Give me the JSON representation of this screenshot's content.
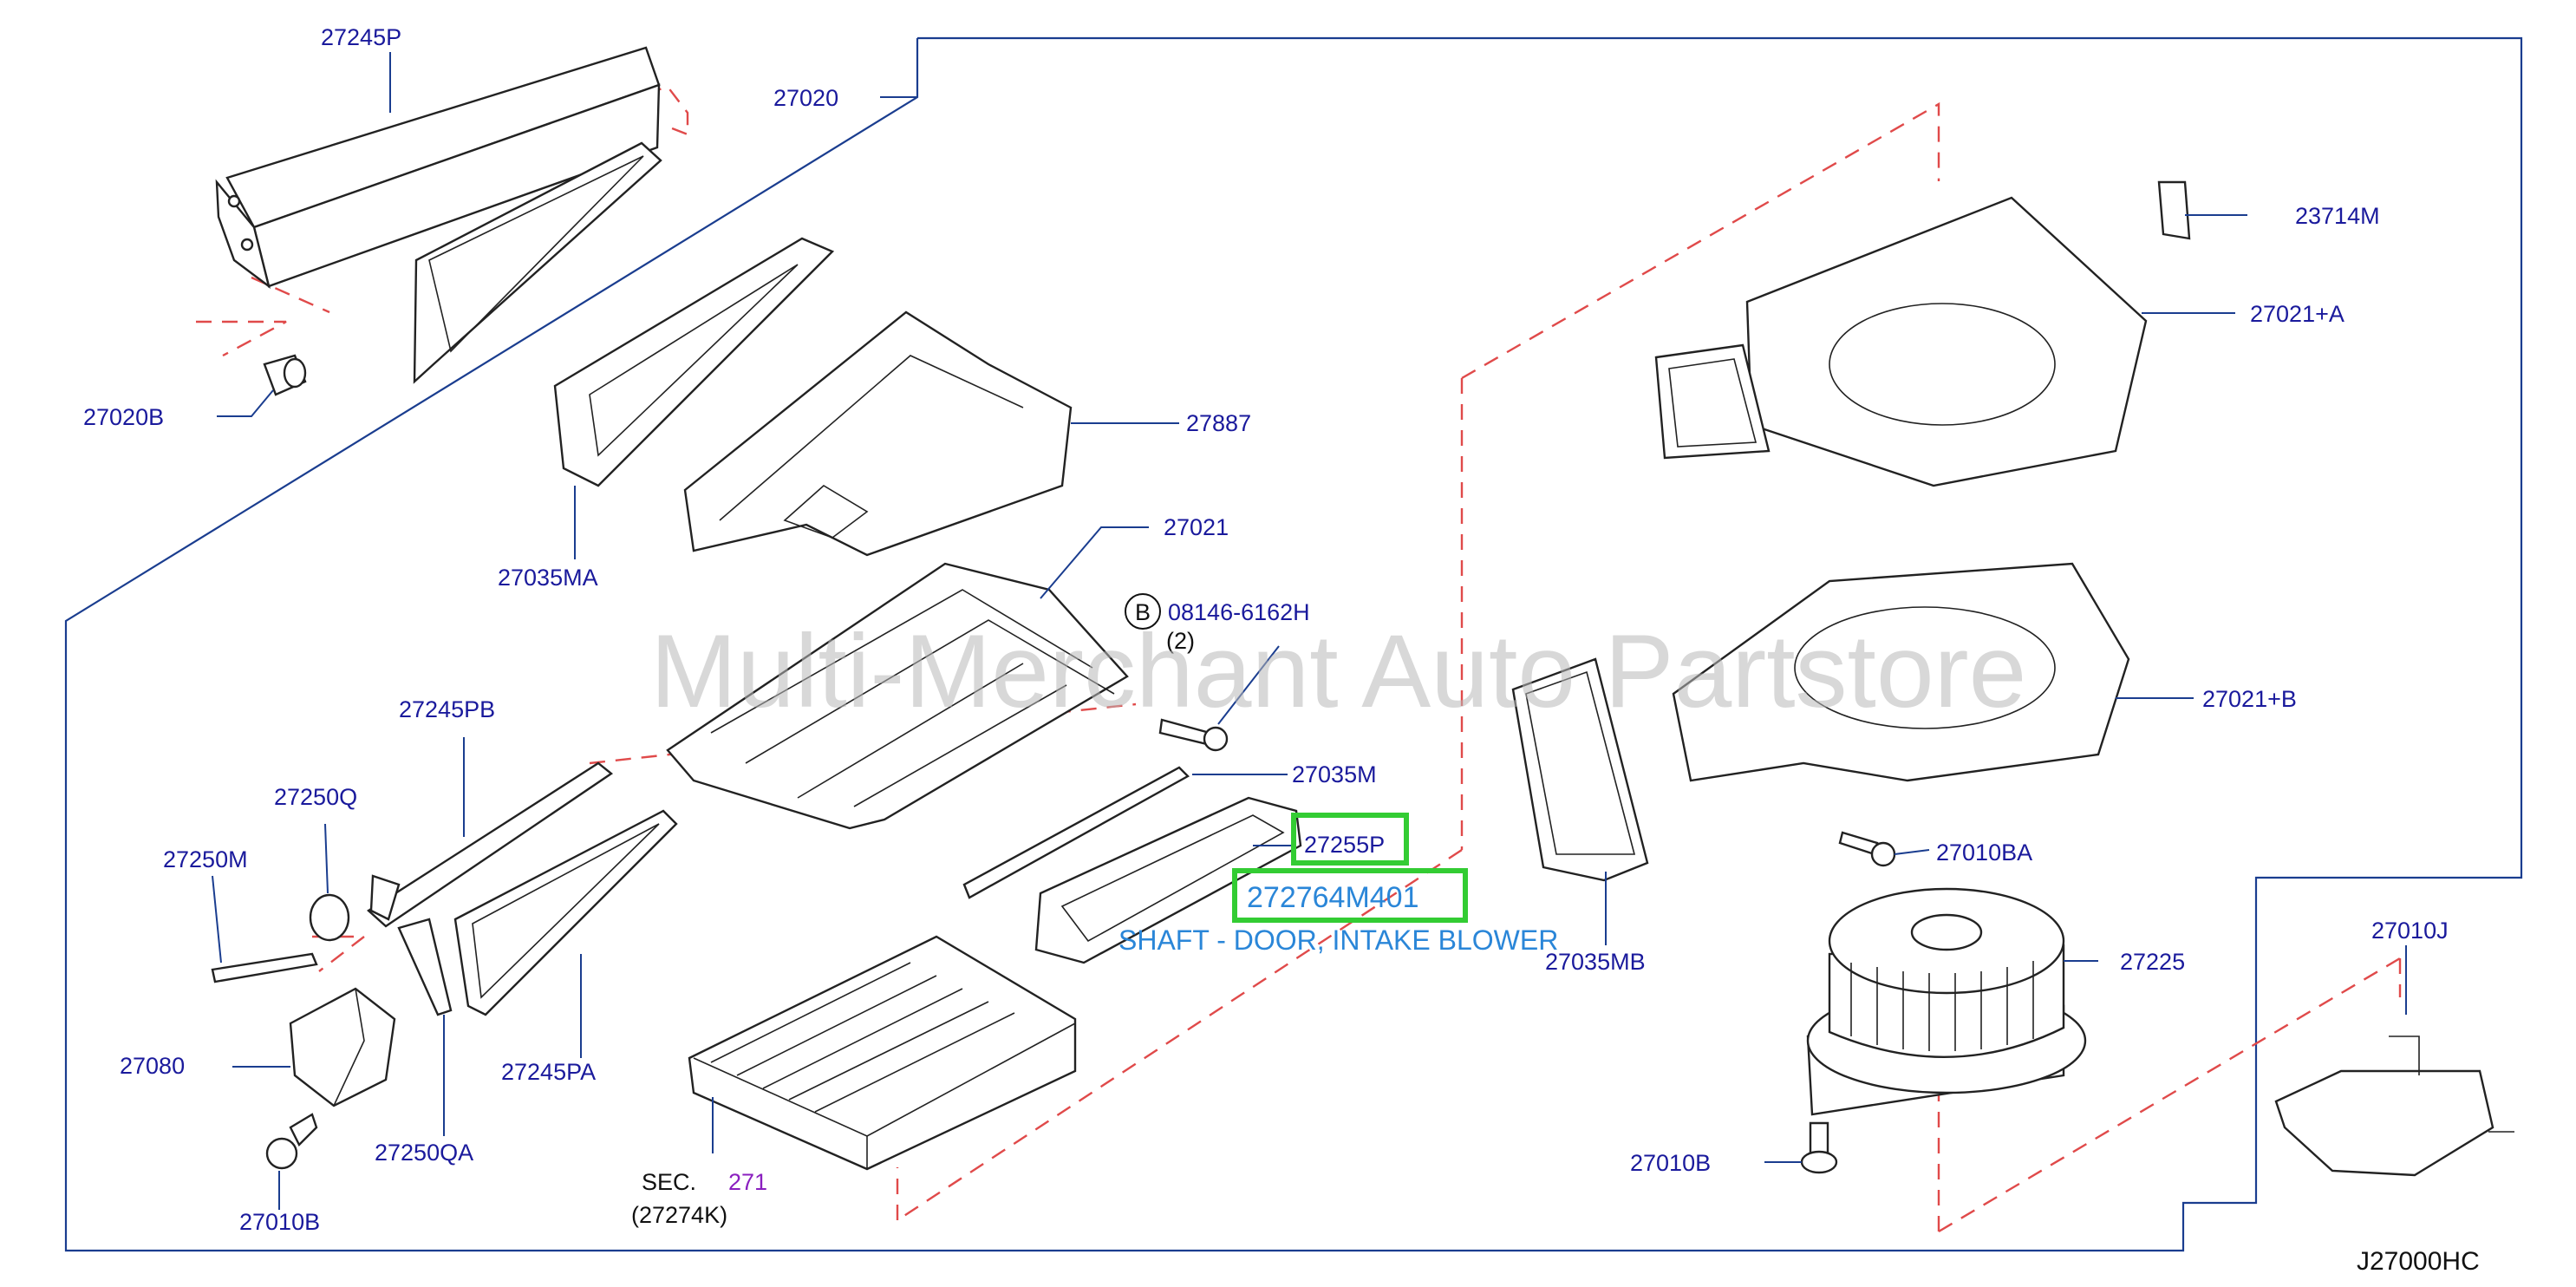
{
  "labels": {
    "p27245P": "27245P",
    "p27020": "27020",
    "p27020B": "27020B",
    "p27035MA": "27035MA",
    "p27887": "27887",
    "p27021": "27021",
    "p08146": "08146-6162H",
    "p08146_qty": "(2)",
    "p08146_marker": "B",
    "p27245PB": "27245PB",
    "p27250Q": "27250Q",
    "p27250M": "27250M",
    "p27080": "27080",
    "p27245PA": "27245PA",
    "p27250QA": "27250QA",
    "p27010B_left": "27010B",
    "p27035M": "27035M",
    "p27255P": "27255P",
    "p272764M401": "272764M401",
    "shaft_desc": "SHAFT - DOOR, INTAKE BLOWER",
    "sec": "SEC.",
    "sec_num": "271",
    "p27274K": "(27274K)",
    "p27035MB": "27035MB",
    "p23714M": "23714M",
    "p27021A": "27021+A",
    "p27021B": "27021+B",
    "p27010BA": "27010BA",
    "p27225": "27225",
    "p27010B_right": "27010B",
    "p27010J": "27010J",
    "diagram_code": "J27000HC"
  },
  "watermark": "Multi-Merchant Auto Partstore",
  "colors": {
    "label": "#1a1a9c",
    "leader": "#1a3d8f",
    "dashed": "#e04a4a",
    "highlight": "#33cc33",
    "watermark": "#b8b8b8",
    "description": "#2a86d8",
    "sec_ref": "#8a1fbf"
  }
}
